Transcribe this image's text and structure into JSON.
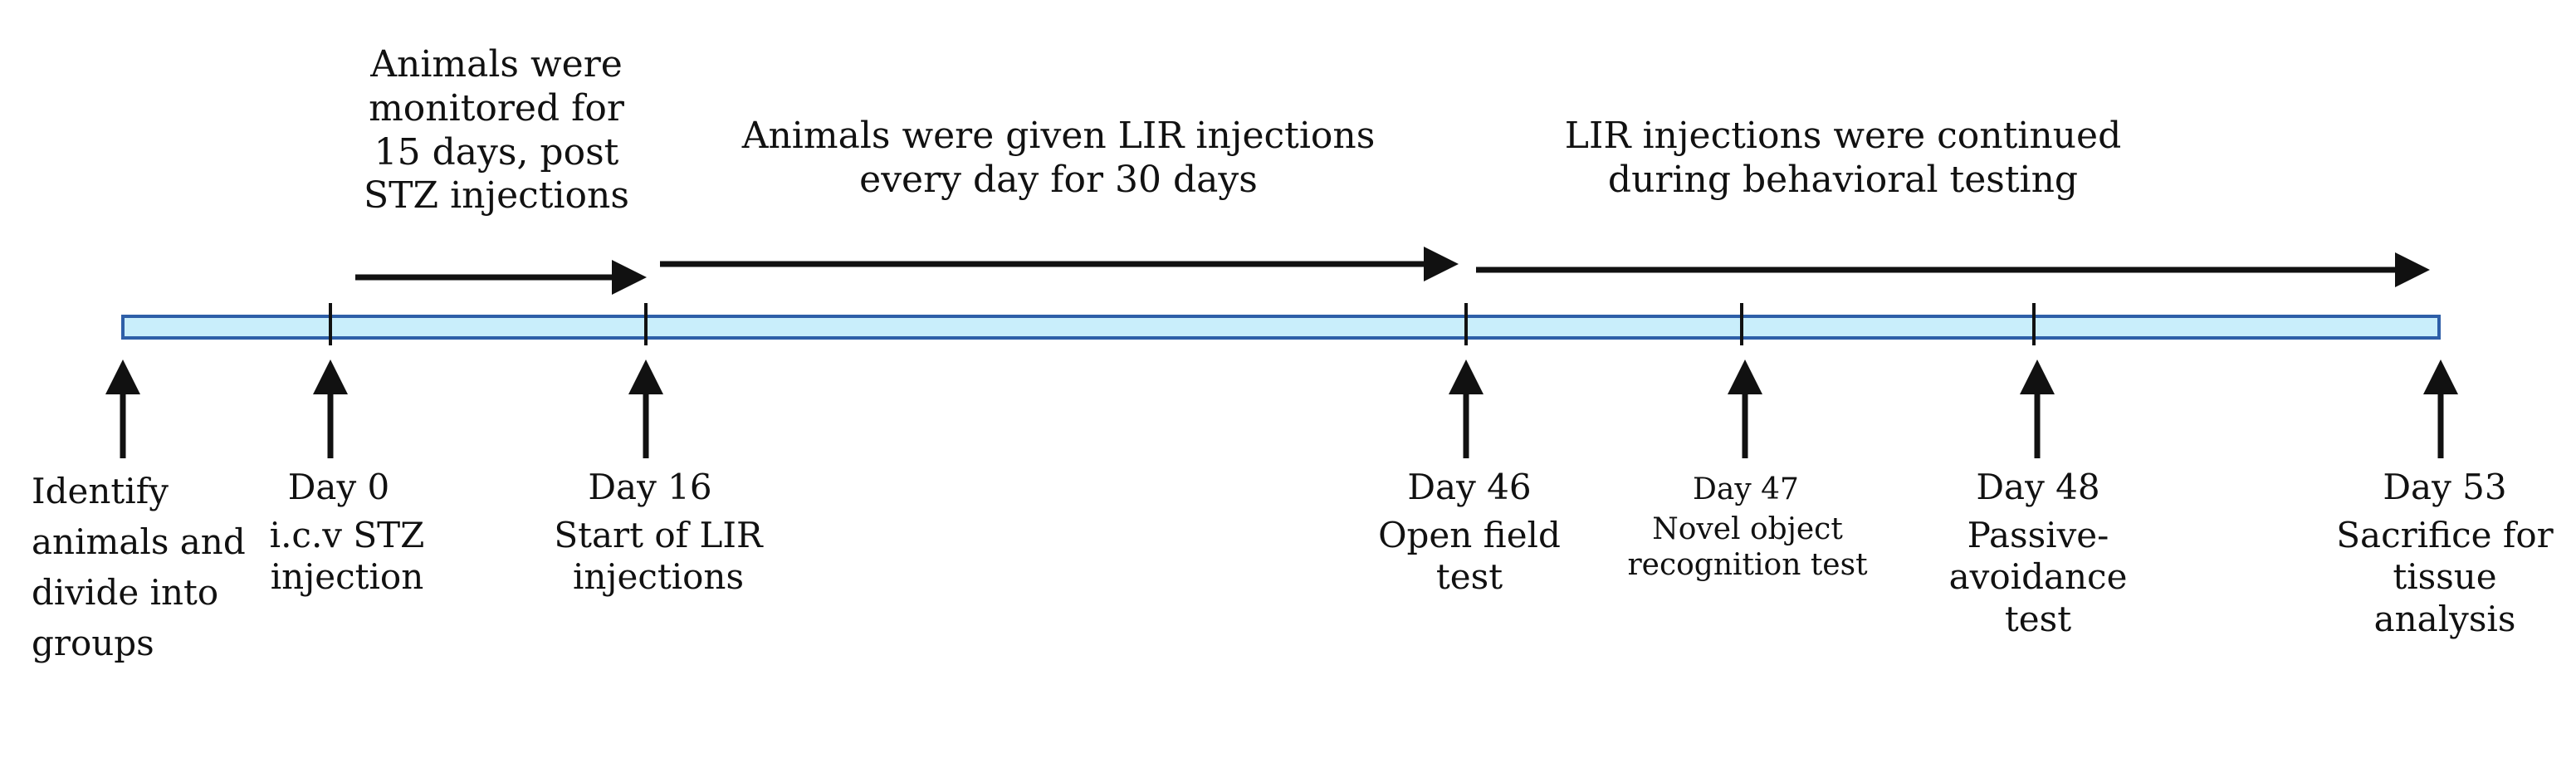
{
  "colors": {
    "timeline_fill": "#c9eefb",
    "timeline_stroke": "#2e5fa8",
    "ink": "#111111"
  },
  "phases": [
    {
      "label": "Animals were monitored for 15 days, post STZ injections"
    },
    {
      "label": "Animals were given LIR injections every day for 30 days"
    },
    {
      "label": "LIR injections were continued during behavioral testing"
    }
  ],
  "events": [
    {
      "day": "",
      "description": "Identify animals and divide into groups"
    },
    {
      "day": "Day 0",
      "description": "i.c.v STZ injection"
    },
    {
      "day": "Day 16",
      "description": "Start of LIR injections"
    },
    {
      "day": "Day 46",
      "description": "Open field test"
    },
    {
      "day": "Day 47",
      "description": "Novel object recognition test"
    },
    {
      "day": "Day 48",
      "description": "Passive-avoidance test"
    },
    {
      "day": "Day 53",
      "description": "Sacrifice for tissue analysis"
    }
  ]
}
